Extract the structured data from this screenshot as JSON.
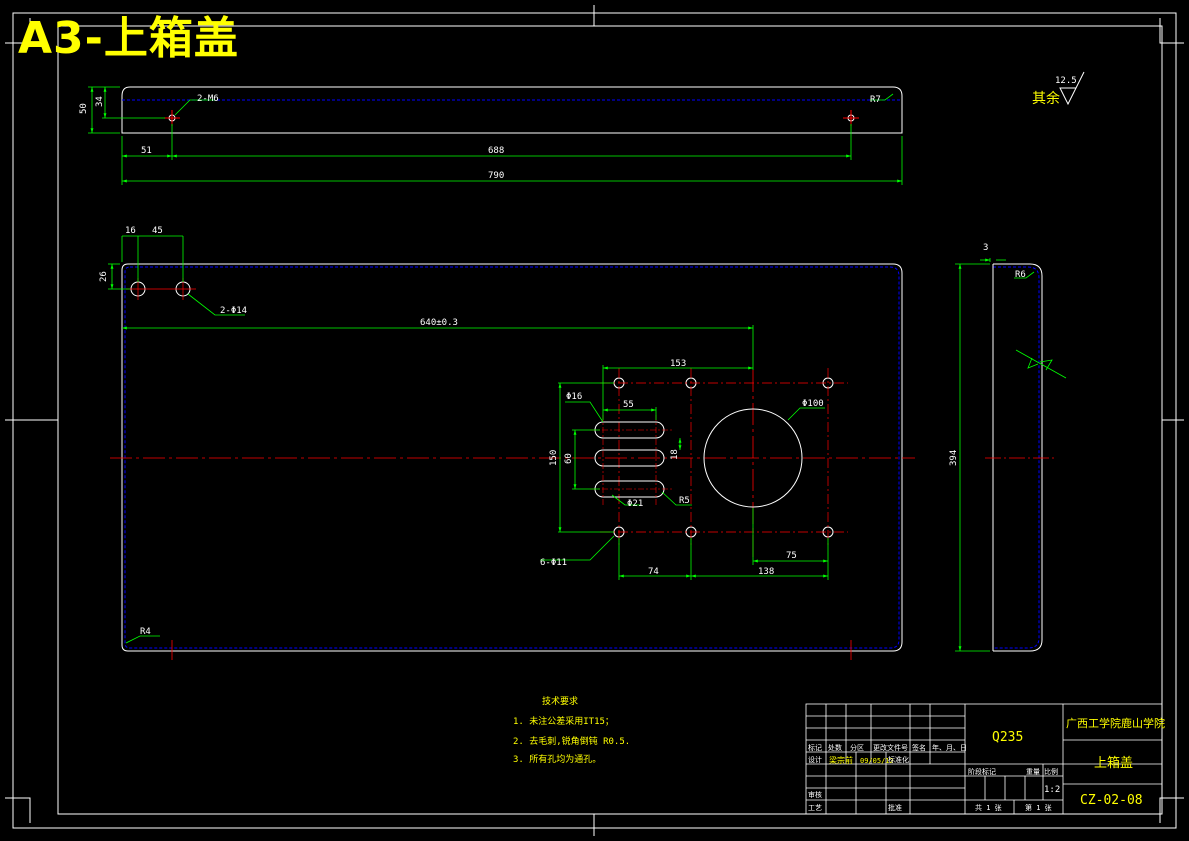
{
  "sheet_title": "A3-上箱盖",
  "roughness": {
    "value": "12.5",
    "label": "其余"
  },
  "top_view": {
    "hole_label": "2-M6",
    "radius_label": "R7",
    "dims": {
      "height": "50",
      "hole_y": "34",
      "left": "51",
      "span": "688",
      "total": "790"
    }
  },
  "plan_view": {
    "dims": {
      "edge_x": "16",
      "pitch": "45",
      "edge_y": "26",
      "holes_2": "2-Φ14",
      "pos": "640±0.3",
      "w153": "153",
      "d16": "Φ16",
      "l55": "55",
      "d100": "Φ100",
      "h150": "150",
      "h60": "60",
      "h18": "18",
      "r5": "R5",
      "d21": "Φ21",
      "holes_6": "6-Φ11",
      "w74": "74",
      "w75": "75",
      "w138": "138",
      "r4": "R4"
    }
  },
  "side_view": {
    "dims": {
      "thickness": "3",
      "radius": "R6",
      "height": "394"
    }
  },
  "tech_requirements": {
    "title": "技术要求",
    "items": [
      "1. 未注公差采用IT15；",
      "2. 去毛刺,锐角倒钝 R0.5.",
      "3. 所有孔均为通孔。"
    ]
  },
  "title_block": {
    "material": "Q235",
    "school": "广西工学院鹿山学院",
    "part_name": "上箱盖",
    "drawing_no": "CZ-02-08",
    "scale": "1:2",
    "designer": "梁宗前",
    "date": "09/05/12",
    "labels": {
      "mark": "标记",
      "count": "处数",
      "zone": "分区",
      "change_doc": "更改文件号",
      "sign": "签名",
      "ymd": "年、月、日",
      "design": "设计",
      "std": "标准化",
      "review": "审核",
      "process": "工艺",
      "approve": "批准",
      "stage": "阶段标记",
      "weight": "重量",
      "ratio": "比例",
      "sheets_total": "共 1 张",
      "sheet_no": "第 1 张"
    }
  },
  "colors": {
    "border": "#ffffff",
    "outline": "#ffffff",
    "dimension": "#00ff00",
    "center": "#ff0000",
    "hidden": "#0000ff",
    "text": "#ffff00"
  }
}
